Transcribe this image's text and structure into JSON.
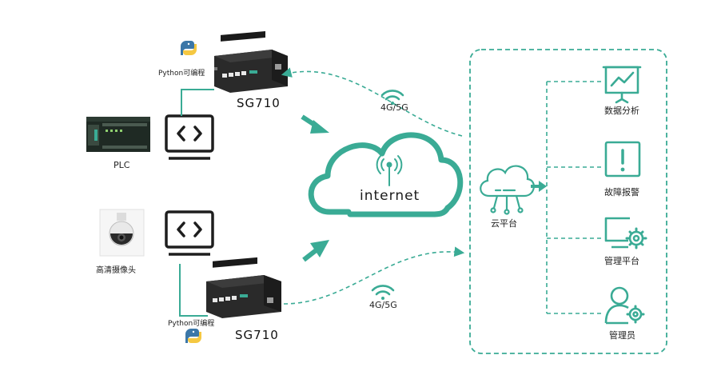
{
  "devices": {
    "top_router": {
      "python_label": "Python可编程",
      "model": "SG710"
    },
    "bottom_router": {
      "python_label": "Python可编程",
      "model": "SG710"
    },
    "plc": {
      "label": "PLC"
    },
    "camera": {
      "label": "高清摄像头"
    }
  },
  "network": {
    "top_signal": "4G/5G",
    "bottom_signal": "4G/5G",
    "cloud_label": "internet"
  },
  "platform": {
    "cloud_label": "云平台",
    "functions": [
      {
        "label": "数据分析",
        "icon": "chart-board-icon"
      },
      {
        "label": "故障报警",
        "icon": "alarm-icon"
      },
      {
        "label": "管理平台",
        "icon": "monitor-gear-icon"
      },
      {
        "label": "管理员",
        "icon": "admin-user-icon"
      }
    ]
  },
  "colors": {
    "accent": "#3aab95",
    "dark": "#1e1e1e",
    "python_blue": "#3b77a8",
    "python_yellow": "#f5c842"
  }
}
